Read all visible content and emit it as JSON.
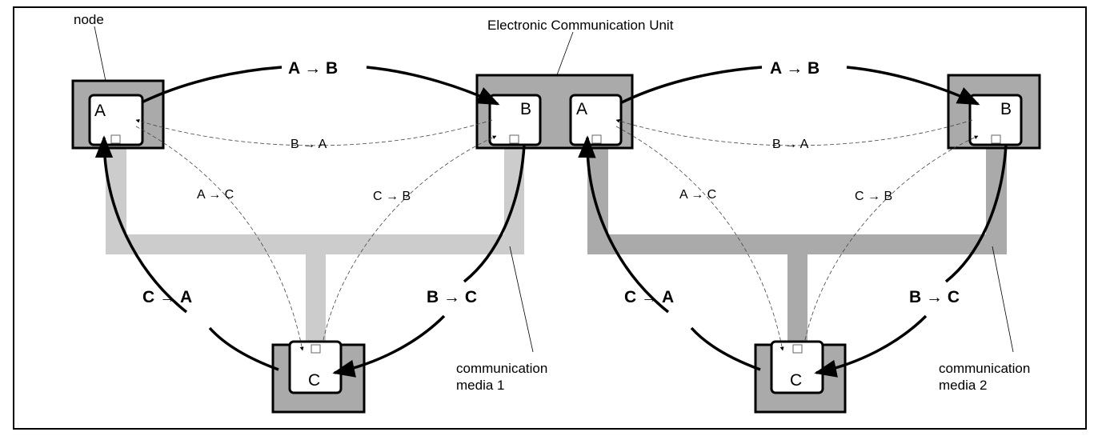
{
  "labels": {
    "node": "node",
    "ecu": "Electronic Communication Unit",
    "media1_line1": "communication",
    "media1_line2": "media 1",
    "media2_line1": "communication",
    "media2_line2": "media 2"
  },
  "nodes": {
    "a": "A",
    "b": "B",
    "c": "C"
  },
  "flows": {
    "a_to_b": "A → B",
    "b_to_a": "B → A",
    "a_to_c": "A → C",
    "c_to_b": "C → B",
    "c_to_a": "C → A",
    "b_to_c": "B → C"
  },
  "colors": {
    "node_fill": "#aaaaaa",
    "media1": "#cccccc",
    "media2": "#aaaaaa"
  }
}
